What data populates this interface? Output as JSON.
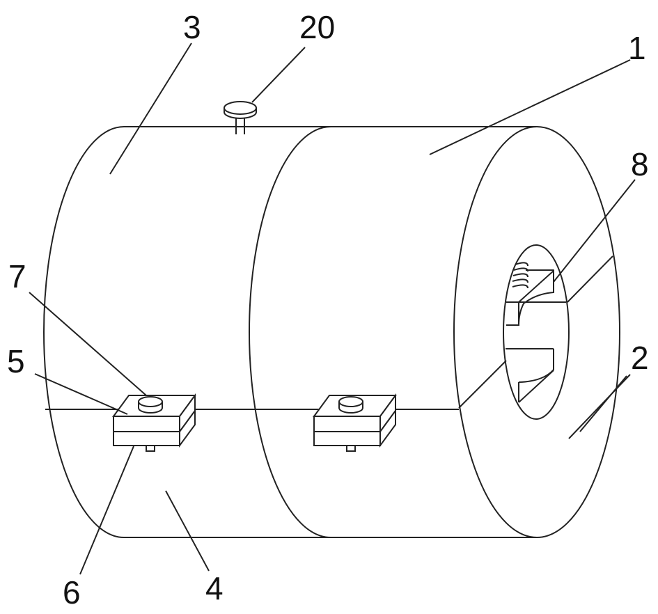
{
  "labels": {
    "part_1": "1",
    "part_2": "2",
    "part_3": "3",
    "part_4": "4",
    "part_5": "5",
    "part_6": "6",
    "part_7": "7",
    "part_8": "8",
    "part_20": "20"
  }
}
